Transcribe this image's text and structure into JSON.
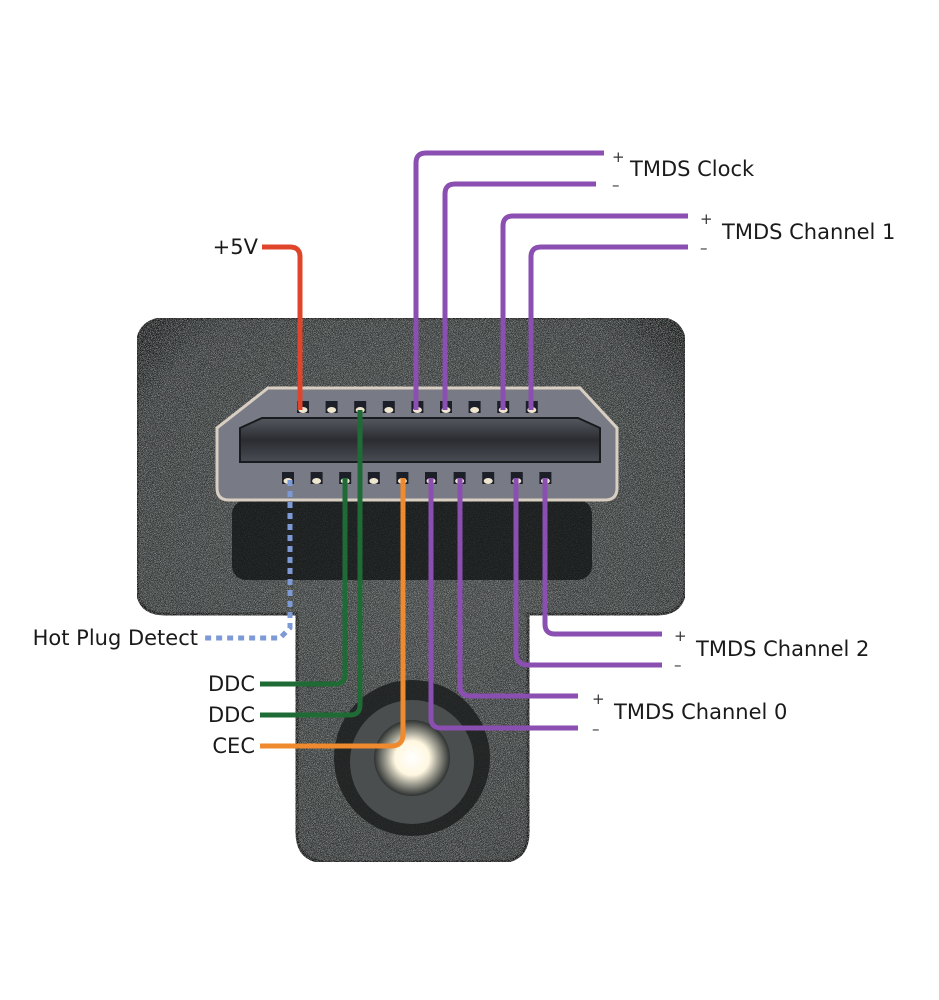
{
  "title": "HDMI Type A connector pinout",
  "colors": {
    "power": "#e0452b",
    "tmds": "#8a4fb0",
    "ddc": "#1f6b35",
    "cec": "#ef8a2e",
    "hot_plug": "#7d9ad6",
    "body": "#2f3332",
    "receptacle_rim": "#c9c2ba",
    "label_text": "#1a1a1a"
  },
  "pin_counts": {
    "top_row": 9,
    "bottom_row": 10
  },
  "labels": {
    "power": "+5V",
    "tmds_clock": "TMDS Clock",
    "tmds_channel_1": "TMDS Channel 1",
    "tmds_channel_2": "TMDS Channel 2",
    "tmds_channel_0": "TMDS Channel 0",
    "hot_plug_detect": "Hot Plug Detect",
    "ddc_1": "DDC",
    "ddc_2": "DDC",
    "cec": "CEC",
    "plus": "+",
    "minus": "–"
  }
}
